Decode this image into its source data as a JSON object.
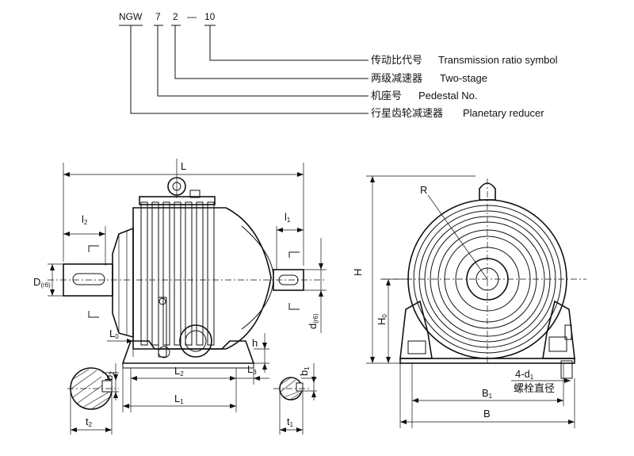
{
  "model_code": {
    "prefix": "NGW",
    "digit1": "7",
    "digit2": "2",
    "dash": "—",
    "suffix": "10"
  },
  "legend": [
    {
      "cn": "传动比代号",
      "en": "Transmission ratio symbol"
    },
    {
      "cn": "两级减速器",
      "en": "Two-stage"
    },
    {
      "cn": "机座号",
      "en": "Pedestal No."
    },
    {
      "cn": "行星齿轮减速器",
      "en": "Planetary reducer"
    }
  ],
  "front_view": {
    "L": "L",
    "l2": "l",
    "l2_sub": "2",
    "l1": "l",
    "l1_sub": "1",
    "D": "D",
    "D_sub": "(r6)",
    "d": "d",
    "d_sub": "(r6)",
    "L0": "L",
    "L0_sub": "0",
    "h": "h",
    "L2": "L",
    "L2_sub": "2",
    "L3": "L",
    "L3_sub": "3",
    "L1": "L",
    "L1_sub": "1"
  },
  "shaft_sections": {
    "b2": "b",
    "b2_sub": "2",
    "t2": "t",
    "t2_sub": "2",
    "b1": "b",
    "b1_sub": "1",
    "t1": "t",
    "t1_sub": "1"
  },
  "side_view": {
    "R": "R",
    "H": "H",
    "H0": "H",
    "H0_sub": "0",
    "bolt_label": "4-d",
    "bolt_sub": "1",
    "bolt_cn": "螺栓直径",
    "B1": "B",
    "B1_sub": "1",
    "B": "B"
  }
}
